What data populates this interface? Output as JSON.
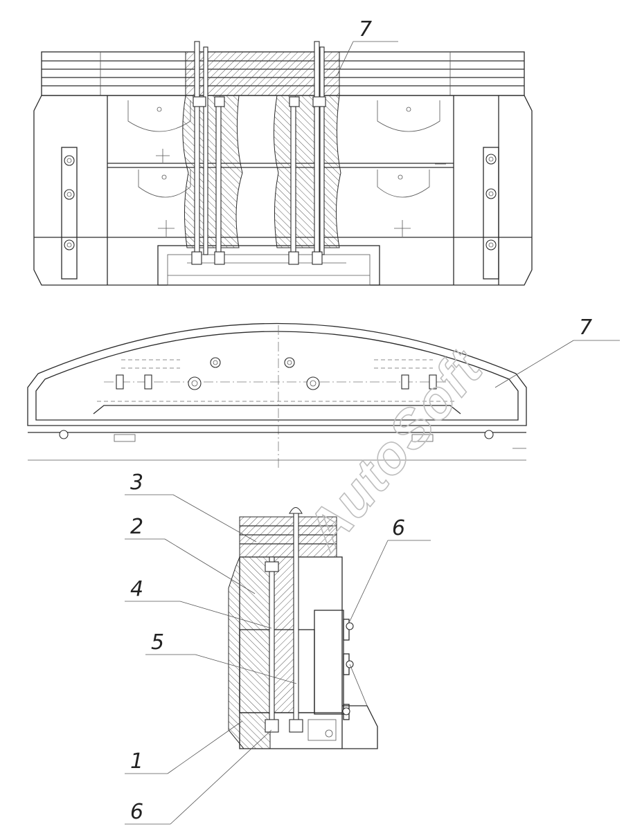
{
  "watermark": "AutoSoft",
  "views": {
    "front": {
      "callout_label": "7"
    },
    "top": {
      "callout_label": "7"
    },
    "section": {
      "callouts": [
        "3",
        "2",
        "4",
        "5",
        "1",
        "6",
        "6"
      ]
    }
  },
  "colors": {
    "line": "#2a2a2a",
    "watermark": "#bdbdbd",
    "background": "#ffffff"
  }
}
